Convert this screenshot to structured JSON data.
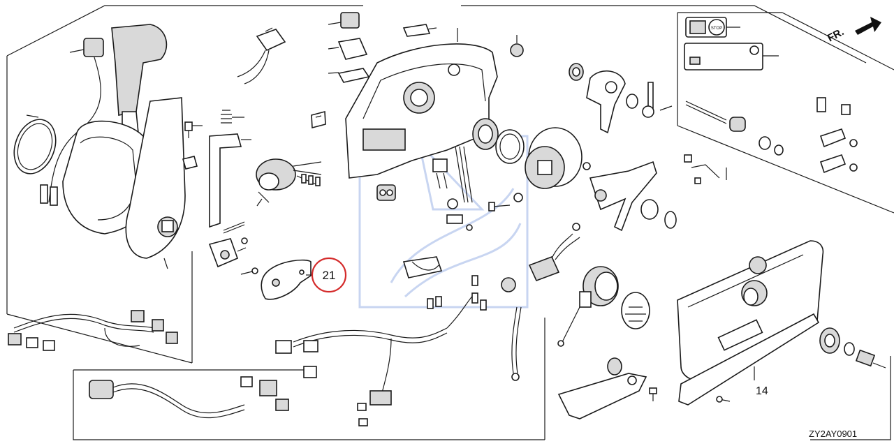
{
  "diagram": {
    "highlight_callout": {
      "label": "21",
      "color": "#d42a2a"
    },
    "part_labels": [
      {
        "label": "14"
      }
    ],
    "direction_badge": "FR.",
    "diagram_code": "ZY2AY0901",
    "decal_text": "STOP",
    "watermark_color": "#9bb3e6",
    "icons": [
      "manual-book-icon",
      "stop-switch-icon",
      "direction-arrow-icon"
    ]
  }
}
